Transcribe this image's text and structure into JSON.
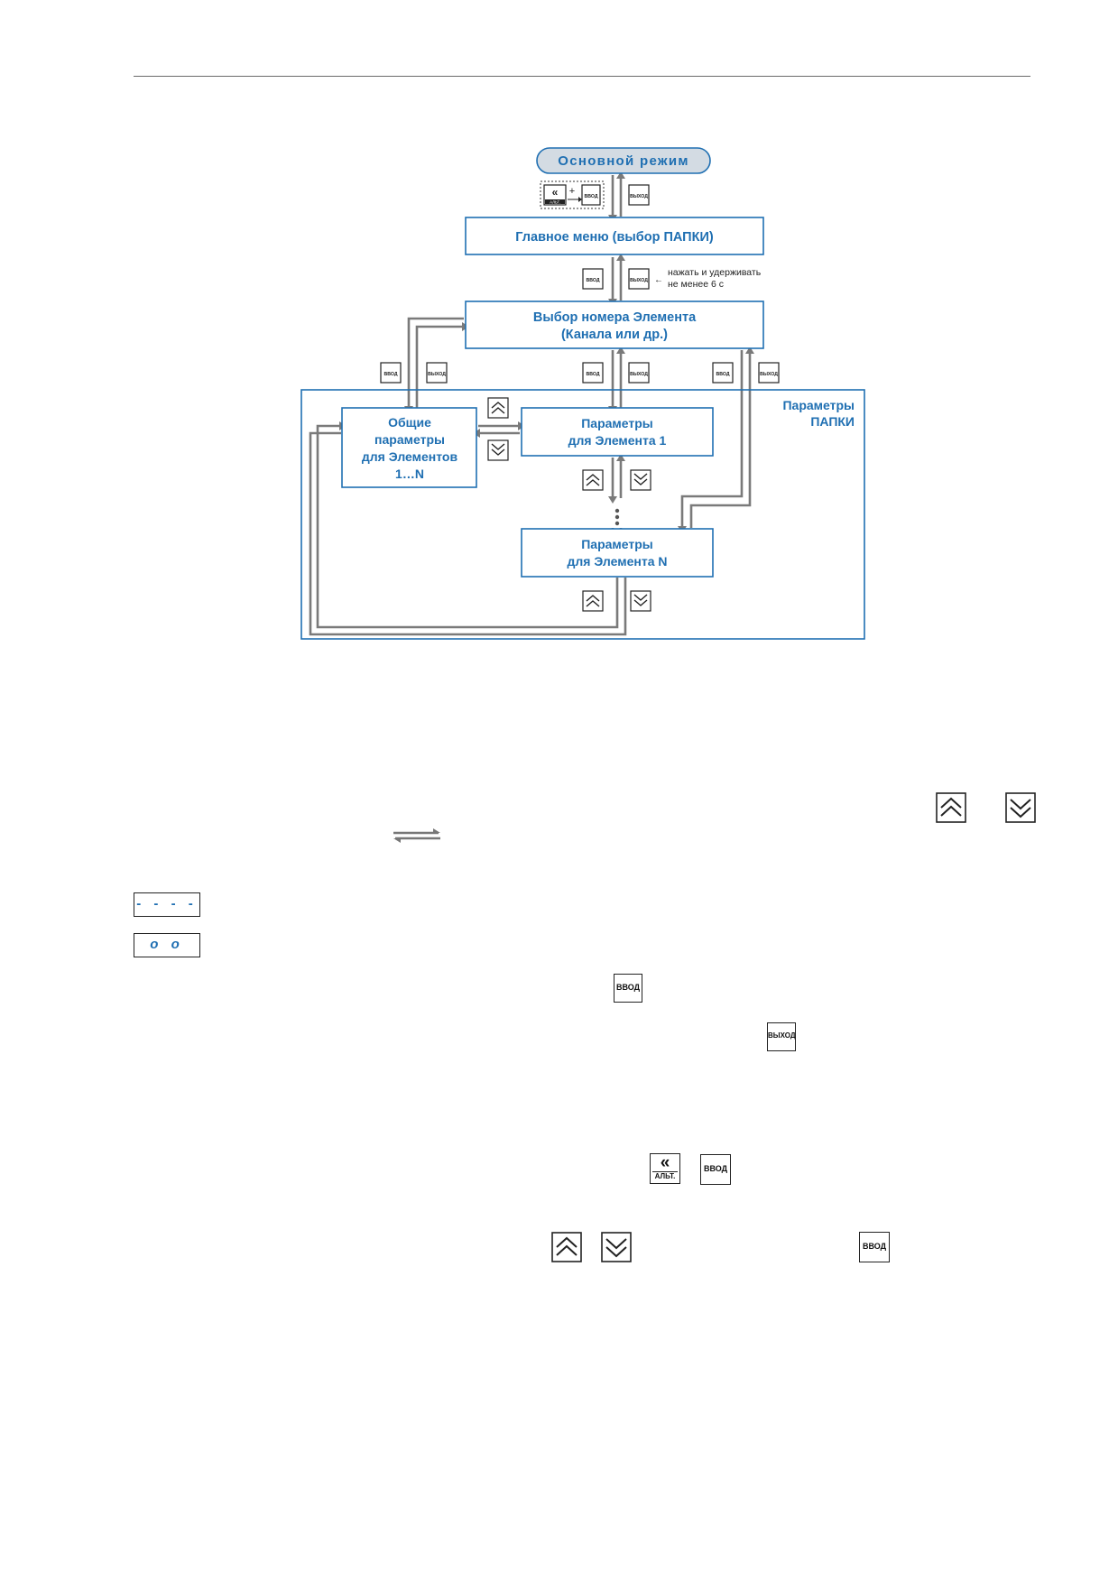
{
  "diagram": {
    "main_mode": "Основной режим",
    "main_menu": "Главное меню (выбор ПАПКИ)",
    "element_select_line1": "Выбор номера Элемента",
    "element_select_line2": "(Канала или др.)",
    "folder_params_line1": "Параметры",
    "folder_params_line2": "ПАПКИ",
    "common_params_line1": "Общие",
    "common_params_line2": "параметры",
    "common_params_line3": "для Элементов",
    "common_params_line4": "1…N",
    "params_el1_line1": "Параметры",
    "params_el1_line2": "для Элемента 1",
    "params_elN_line1": "Параметры",
    "params_elN_line2": "для Элемента N",
    "hold_note_line1": "нажать и удерживать",
    "hold_note_line2": "не менее 6 с",
    "plus_sign": "+"
  },
  "keys": {
    "enter": "ВВОД",
    "exit": "ВЫХОД",
    "alt": "АЛЬТ."
  },
  "displays": {
    "dashes": "- - - -",
    "o_o": "o o"
  }
}
